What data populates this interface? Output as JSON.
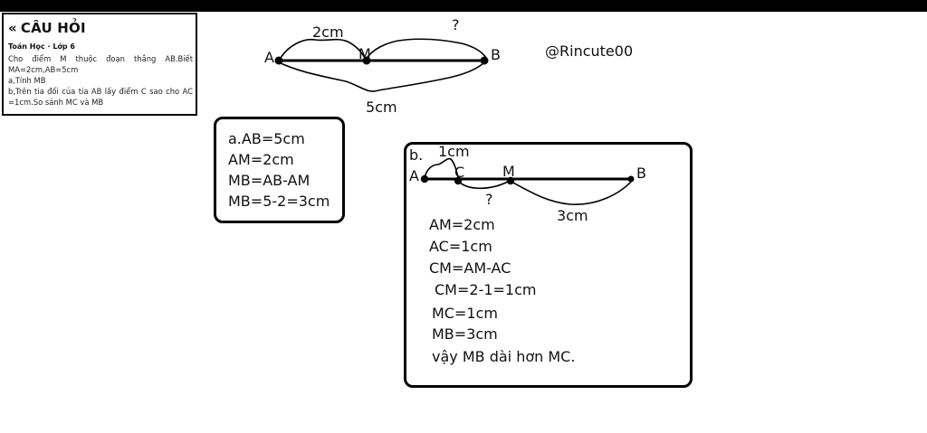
{
  "question": {
    "title": "CÂU HỎI",
    "chevron": "«",
    "subject": "Toán Học · Lớp 6",
    "lines": [
      "Cho điểm M thuộc đoạn thẳng AB.Biết",
      "MA=2cm,AB=5cm",
      "a,Tính MB",
      "b,Trên tia đối của tia AB lấy điểm C sao cho AC",
      "=1cm.So sánh MC và MB"
    ]
  },
  "handle": "@Rincute00",
  "diagram_top": {
    "points": [
      "A",
      "M",
      "B"
    ],
    "label_am": "2cm",
    "label_mb": "?",
    "label_ab": "5cm"
  },
  "part_a": {
    "lines": [
      "a.AB=5cm",
      "AM=2cm",
      "MB=AB-AM",
      "MB=5-2=3cm"
    ]
  },
  "part_b": {
    "heading": "b.",
    "diagram": {
      "points": [
        "A",
        "C",
        "M",
        "B"
      ],
      "label_ac": "1cm",
      "label_cm": "?",
      "label_mb": "3cm"
    },
    "lines": [
      "AM=2cm",
      "AC=1cm",
      "CM=AM-AC",
      "CM=2-1=1cm",
      "MC=1cm",
      "MB=3cm",
      "vậy MB dài hơn MC."
    ]
  }
}
